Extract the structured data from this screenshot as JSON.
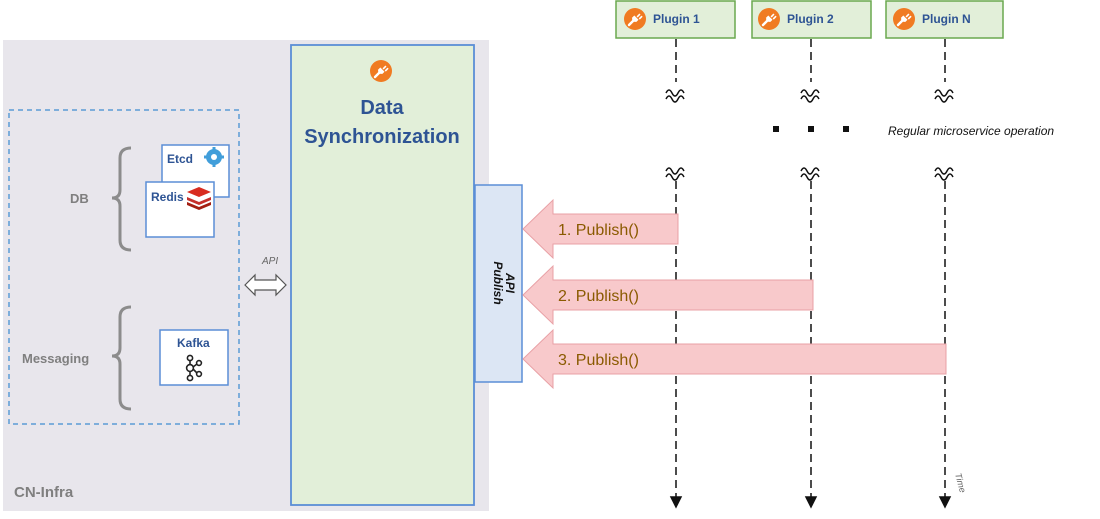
{
  "infra": {
    "label": "CN-Infra"
  },
  "groups": {
    "db": "DB",
    "messaging": "Messaging"
  },
  "databases": {
    "etcd": "Etcd",
    "redis": "Redis"
  },
  "messaging": {
    "kafka": "Kafka"
  },
  "api_label": "API",
  "data_sync": {
    "line1": "Data",
    "line2": "Synchronization"
  },
  "publish_api": {
    "line1": "Publish",
    "line2": "API"
  },
  "plugins": [
    {
      "label": "Plugin 1"
    },
    {
      "label": "Plugin 2"
    },
    {
      "label": "Plugin N"
    }
  ],
  "operation_note": "Regular microservice operation",
  "calls": [
    {
      "label": "1. Publish()"
    },
    {
      "label": "2. Publish()"
    },
    {
      "label": "3. Publish()"
    }
  ],
  "time_label": "Time",
  "colors": {
    "infra_bg": "#e8e6ec",
    "sync_fill": "#e2efd9",
    "sync_border": "#5b8ed6",
    "api_fill": "#dce6f4",
    "plugin_fill": "#e2efd9",
    "plugin_border": "#6aa84f",
    "arrow_fill": "#f8c9cb",
    "arrow_text": "#8a5a00",
    "title_blue": "#2e5494",
    "icon_orange": "#f07b22"
  }
}
